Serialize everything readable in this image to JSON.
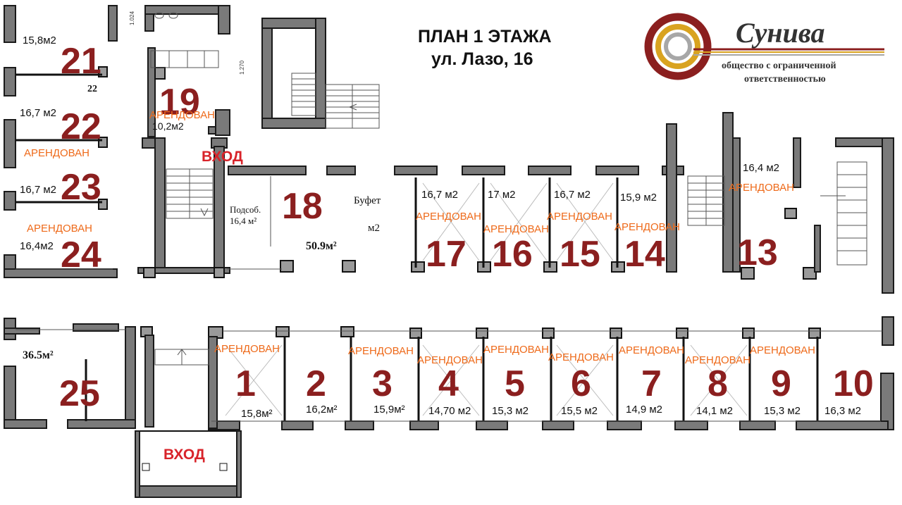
{
  "title": {
    "line1": "ПЛАН 1 ЭТАЖА",
    "line2": "ул. Лазо, 16"
  },
  "logo": {
    "name": "Сунива",
    "sub1": "общество с ограниченной",
    "sub2": "ответственностью",
    "colors": [
      "#8b1f1f",
      "#d9a320",
      "#9a9a9a"
    ]
  },
  "rented_label": "АРЕНДОВАН",
  "entry_label": "ВХОД",
  "colors": {
    "room_number": "#8b1f1f",
    "rented": "#ee6a1a",
    "entry": "#d8232a"
  },
  "rooms": [
    {
      "number": "21",
      "area": "15,8м2",
      "rented": false
    },
    {
      "number": "22",
      "area": "16,7 м2",
      "rented": true
    },
    {
      "number": "23",
      "area": "16,7 м2",
      "rented": true
    },
    {
      "number": "24",
      "area": "16,4м2",
      "rented": false
    },
    {
      "number": "19",
      "area": "10,2м2",
      "rented": true
    },
    {
      "number": "18",
      "area": "50.9м²",
      "rented": false
    },
    {
      "number": "17",
      "area": "16,7  м2",
      "rented": true
    },
    {
      "number": "16",
      "area": "17  м2",
      "rented": true
    },
    {
      "number": "15",
      "area": "16,7  м2",
      "rented": true
    },
    {
      "number": "14",
      "area": "15,9  м2",
      "rented": true
    },
    {
      "number": "13",
      "area": "16,4  м2",
      "rented": true
    },
    {
      "number": "25",
      "area": "36.5м²",
      "rented": false
    },
    {
      "number": "1",
      "area": "15,8м²",
      "rented": true
    },
    {
      "number": "2",
      "area": "16,2м²",
      "rented": false
    },
    {
      "number": "3",
      "area": "15,9м²",
      "rented": true
    },
    {
      "number": "4",
      "area": "14,70 м2",
      "rented": true
    },
    {
      "number": "5",
      "area": "15,3 м2",
      "rented": true
    },
    {
      "number": "6",
      "area": "15,5 м2",
      "rented": true
    },
    {
      "number": "7",
      "area": "14,9 м2",
      "rented": true
    },
    {
      "number": "8",
      "area": "14,1 м2",
      "rented": true
    },
    {
      "number": "9",
      "area": "15,3 м2",
      "rented": true
    },
    {
      "number": "10",
      "area": "16,3 м2",
      "rented": false
    }
  ],
  "labels": {
    "buffet": "Буфет",
    "buffet_unit": "м2",
    "utility_line1": "Подсоб.",
    "utility_line2": "16,4 м²",
    "partial_21": "22",
    "dim_1": "1.024",
    "dim_2": "1.270"
  }
}
